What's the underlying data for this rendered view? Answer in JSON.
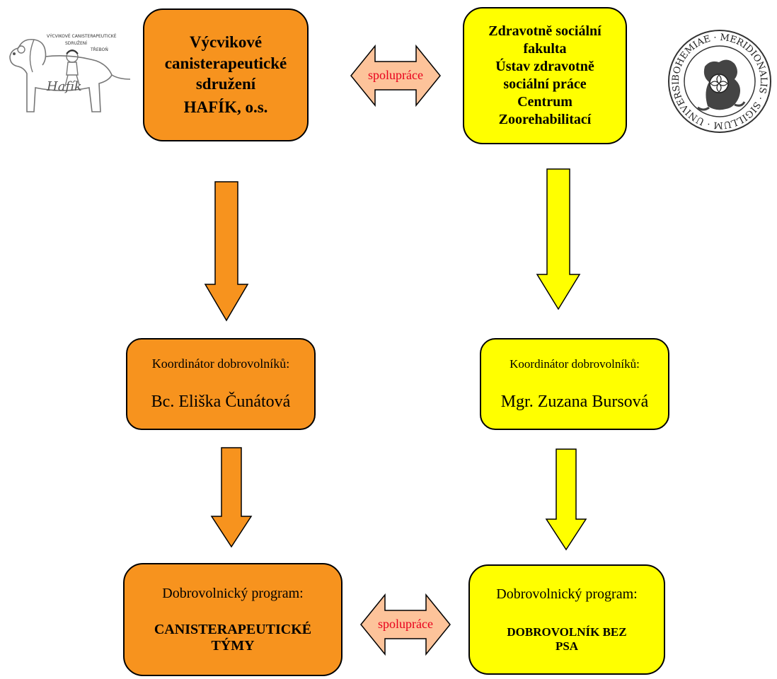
{
  "colors": {
    "orange": "#f7931e",
    "yellow": "#ffff00",
    "exchange_fill": "#fdc39a",
    "exchange_text": "#e8001c"
  },
  "hafik_logo": {
    "caption_top": "VÝCVIKOVÉ CANISTERAPEUTICKÉ",
    "caption_mid": "SDRUŽENÍ",
    "caption_town": "TŘEBOŇ",
    "script": "Hafík"
  },
  "university_seal": {
    "text": "BOHEMIAE · MERIDIONALIS · SIGILLUM · UNIVERSITATIS"
  },
  "top_left": {
    "lines": [
      "Výcvikové",
      "canisterapeutické",
      "sdružení",
      "HAFÍK, o.s."
    ]
  },
  "top_right": {
    "lines": [
      "Zdravotně sociální",
      "fakulta",
      "Ústav zdravotně",
      "sociální práce",
      "Centrum",
      "Zoorehabilitací"
    ]
  },
  "exchange_top": {
    "label": "spolupráce"
  },
  "exchange_bottom": {
    "label": "spolupráce"
  },
  "mid_left": {
    "heading": "Koordinátor dobrovolníků:",
    "name": "Bc. Eliška Čunátová"
  },
  "mid_right": {
    "heading": "Koordinátor dobrovolníků:",
    "name": "Mgr. Zuzana Bursová"
  },
  "bottom_left": {
    "heading": "Dobrovolnický program:",
    "program_lines": [
      "CANISTERAPEUTICKÉ",
      "TÝMY"
    ]
  },
  "bottom_right": {
    "heading": "Dobrovolnický program:",
    "program_lines": [
      "DOBROVOLNÍK BEZ",
      "PSA"
    ]
  }
}
